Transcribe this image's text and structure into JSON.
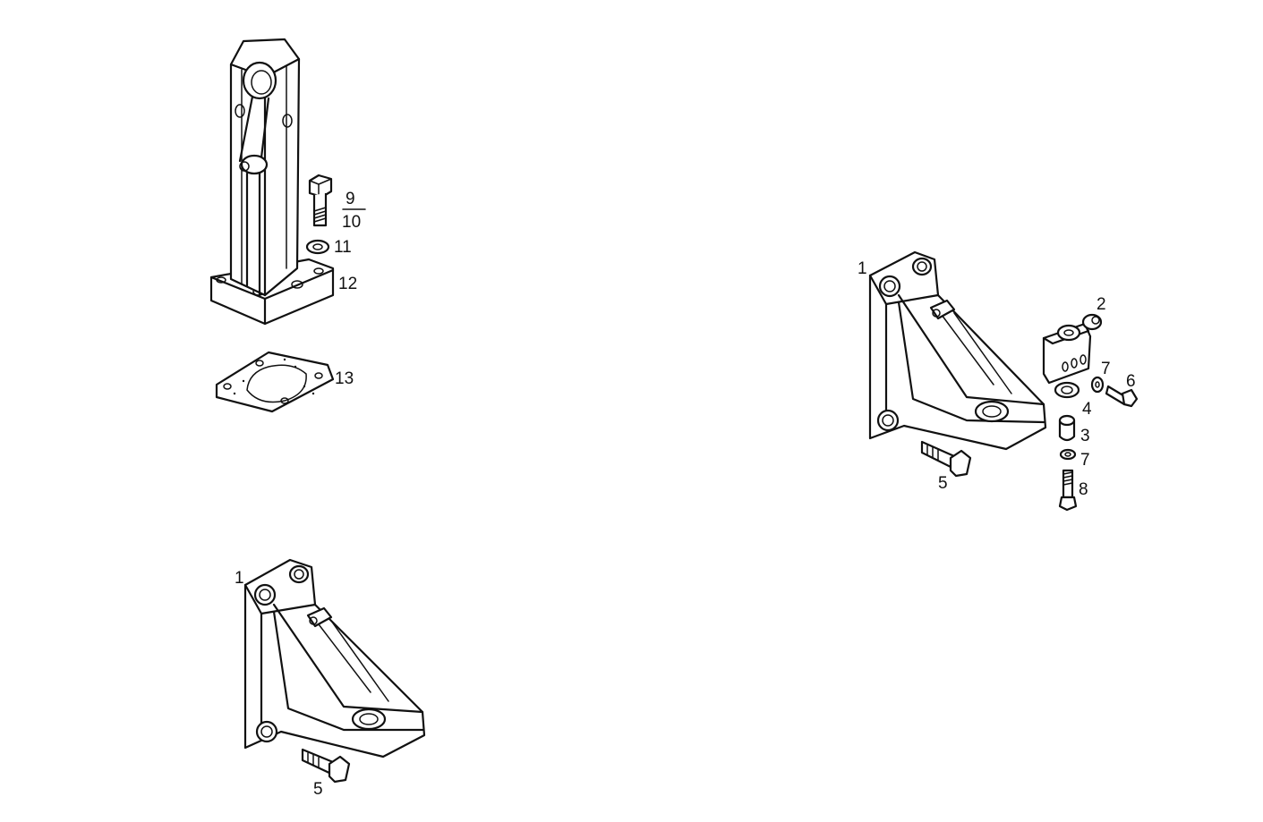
{
  "callouts": {
    "top_left": {
      "n9": "9",
      "n10": "10",
      "n11": "11",
      "n12": "12",
      "n13": "13"
    },
    "right_assembly": {
      "n1": "1",
      "n2": "2",
      "n3": "3",
      "n4": "4",
      "n5": "5",
      "n6": "6",
      "n7a": "7",
      "n7b": "7",
      "n8": "8"
    },
    "bottom_left": {
      "n1": "1",
      "n5": "5"
    }
  },
  "colors": {
    "line": "#111111",
    "background": "#ffffff"
  }
}
